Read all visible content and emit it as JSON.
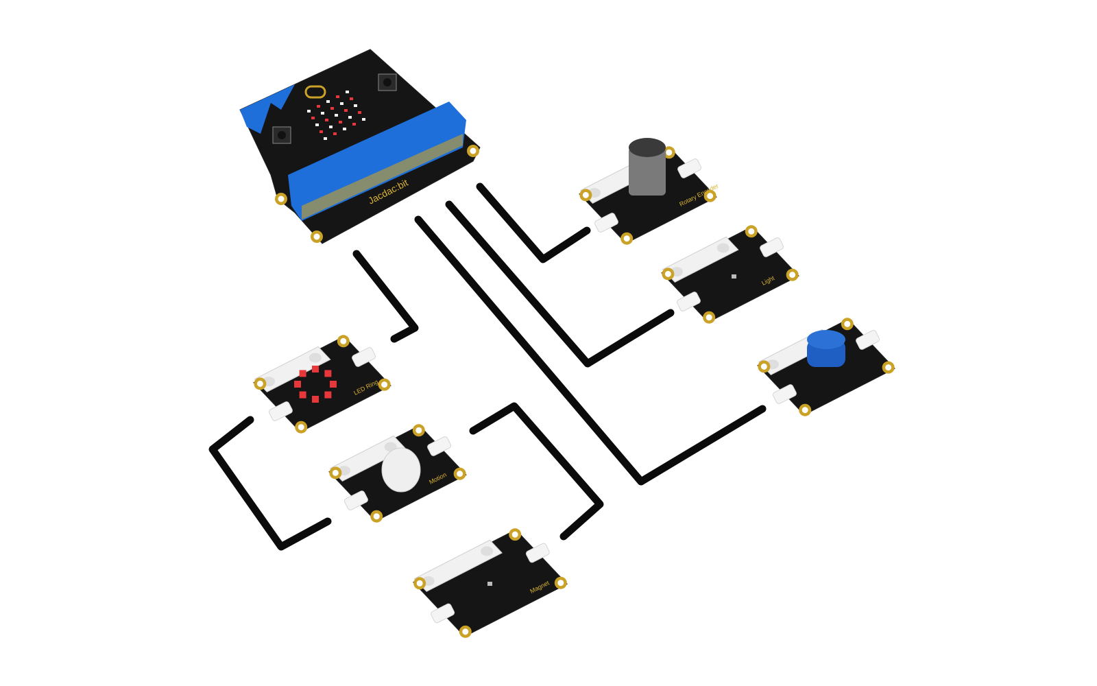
{
  "board": {
    "label": "Jacdac:bit",
    "accent": "#1e6fd9"
  },
  "modules": {
    "rotary": {
      "label": "Rotary Encoder"
    },
    "light": {
      "label": "Light"
    },
    "button": {
      "label": "",
      "cap_color": "#1f5fc4"
    },
    "led_ring": {
      "label": "LED Ring",
      "led_color": "#e8373a"
    },
    "motion": {
      "label": "Motion"
    },
    "magnet": {
      "label": "Magnet"
    }
  },
  "colors": {
    "pcb": "#151515",
    "gold": "#c9a227",
    "cable": "#0b0b0b"
  }
}
